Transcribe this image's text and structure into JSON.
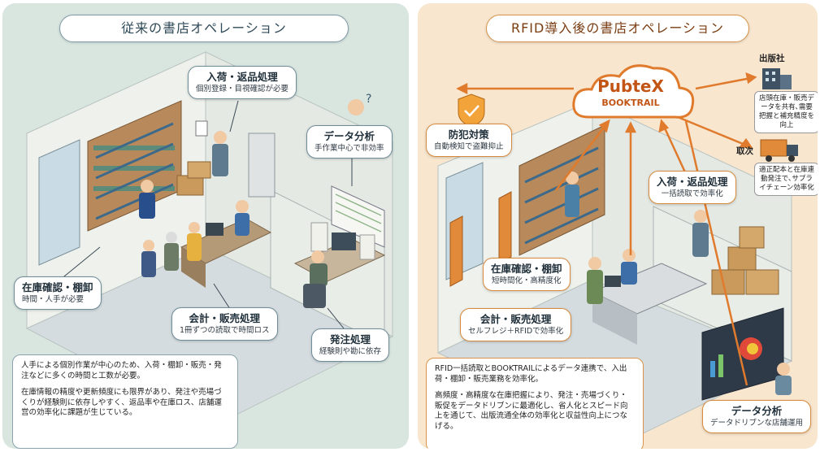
{
  "left": {
    "title": "従来の書店オペレーション",
    "callouts": {
      "receiving": {
        "heading": "入荷・返品処理",
        "sub": "個別登録・目視確認が必要"
      },
      "analysis": {
        "heading": "データ分析",
        "sub": "手作業中心で非効率"
      },
      "inventory": {
        "heading": "在庫確認・棚卸",
        "sub": "時間・人手が必要"
      },
      "checkout": {
        "heading": "会計・販売処理",
        "sub": "1冊ずつの読取で時間ロス"
      },
      "ordering": {
        "heading": "発注処理",
        "sub": "経験則や勘に依存"
      }
    },
    "description": [
      "人手による個別作業が中心のため、入荷・棚卸・販売・発注などに多くの時間と工数が必要。",
      "在庫情報の精度や更新頻度にも限界があり、発注や売場づくりが経験則に依存しやすく、返品率や在庫ロス、店舗運営の効率化に課題が生じている。"
    ]
  },
  "right": {
    "title": "RFID導入後の書店オペレーション",
    "cloud": {
      "brand": "PubteX",
      "product": "BOOKTRAIL"
    },
    "publisher": {
      "label": "出版社",
      "text": "店頭在庫・販売データを共有､需要把握と補充精度を向上"
    },
    "distributor": {
      "label": "取次",
      "text": "適正配本と在庫連動発注で､サプライチェーン効率化"
    },
    "callouts": {
      "security": {
        "heading": "防犯対策",
        "sub": "自動検知で盗難抑止"
      },
      "receiving": {
        "heading": "入荷・返品処理",
        "sub": "一括読取で効率化"
      },
      "inventory": {
        "heading": "在庫確認・棚卸",
        "sub": "短時間化・高精度化"
      },
      "checkout": {
        "heading": "会計・販売処理",
        "sub": "セルフレジ＋RFIDで効率化"
      },
      "analysis": {
        "heading": "データ分析",
        "sub": "データドリブンな店舗運用"
      }
    },
    "description": [
      "RFID一括読取とBOOKTRAILによるデータ連携で、入出荷・棚卸・販売業務を効率化。",
      "高頻度・高精度な在庫把握により、発注・売場づくり・販促をデータドリブンに最適化し、省人化とスピード向上を通じて、出版流通全体の効率化と収益性向上につなげる。"
    ]
  },
  "colors": {
    "left_bg": "#d9e6e0",
    "right_bg": "#f8e6cf",
    "accent": "#e07a2c",
    "wall": "#e8ece6",
    "floor": "#cfd8dc"
  }
}
